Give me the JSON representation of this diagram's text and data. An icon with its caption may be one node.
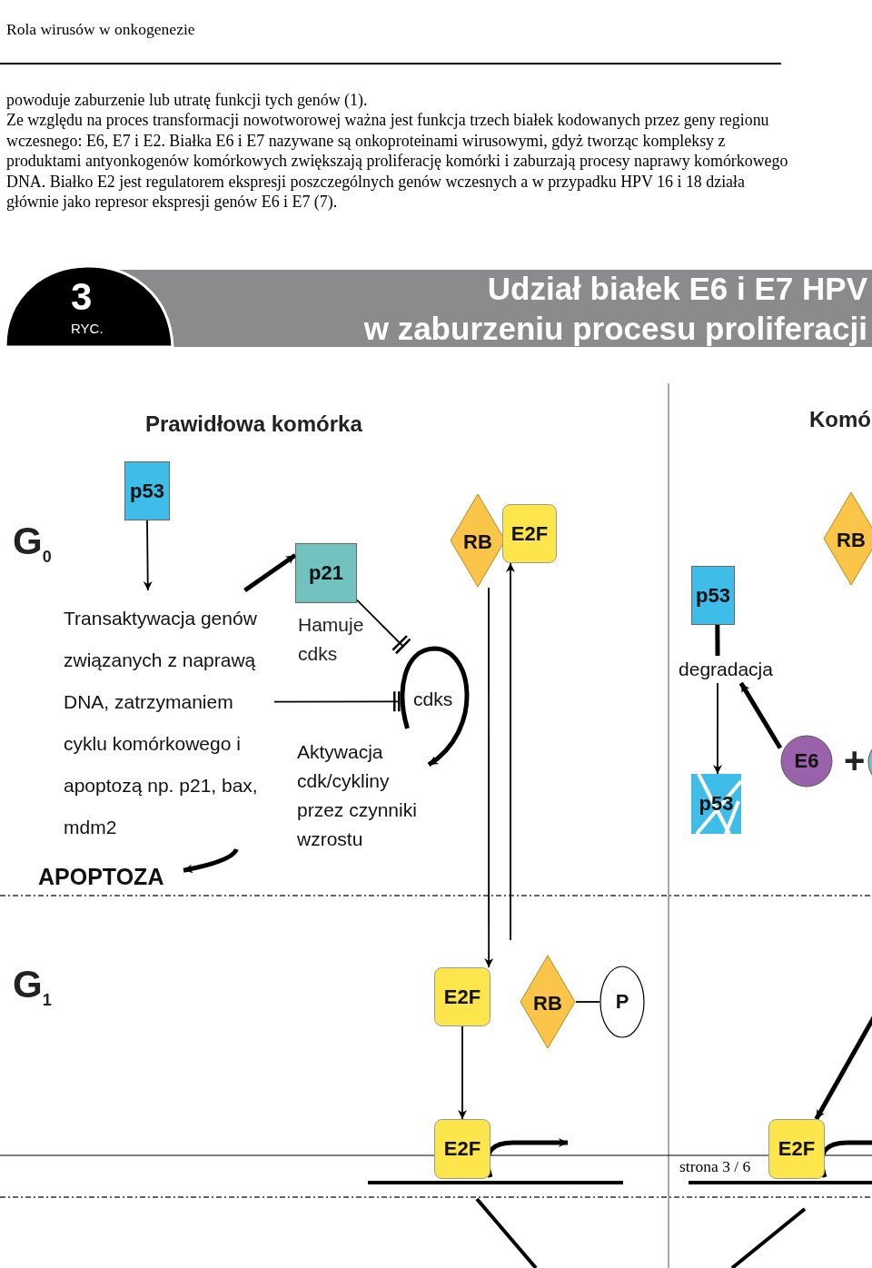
{
  "diagram": {
    "title": "Udział białek E6 i E7 HPV w zaburzeniu procesu proliferacji",
    "nodes": [
      {
        "text": [
          "p53"
        ]
      },
      {
        "text": [
          "Transaktywacja genów związanych z naprawą DNA, zatrzymaniem cyklu komórkowego i apoptozą np. p21, bax, mdm2"
        ]
      },
      {
        "text": [
          "p21"
        ],
        "beside": [
          "Hamuje cdks"
        ]
      },
      {
        "text": [
          "cdks"
        ]
      },
      {
        "text": [
          "Aktywacja cdk/cykliny przez czynniki wzrostu"
        ]
      },
      {
        "text": [
          "APOPTOZA"
        ]
      },
      {
        "text": [
          "RB"
        ]
      },
      {
        "text": [
          "E2F"
        ]
      },
      {
        "text": [
          "E2F"
        ]
      },
      {
        "text": [
          "RB"
        ]
      },
      {
        "text": [
          "P"
        ]
      },
      {
        "text": [
          "E2F"
        ]
      },
      {
        "text": [
          "RB"
        ]
      },
      {
        "text": [
          "p53"
        ]
      },
      {
        "text": [
          "degradacja"
        ]
      },
      {
        "text": [
          "p53"
        ]
      },
      {
        "text": [
          "E6"
        ]
      },
      {
        "text": [],
        "shape": "circle"
      },
      {
        "text": [
          "E2F"
        ]
      }
    ],
    "edges": [
      {
        "from": 0,
        "to": 1,
        "arrow": "to"
      },
      {
        "from": 1,
        "to": 2,
        "arrow": "to",
        "style": "thick"
      },
      {
        "from": 2,
        "to": 3,
        "arrow": "other"
      },
      {
        "from": 1,
        "to": 3,
        "arrow": "other"
      },
      {
        "from": 3,
        "to": 4,
        "arrow": "to",
        "style": "thick"
      },
      {
        "from": 1,
        "to": 5,
        "arrow": "to",
        "style": "thick"
      },
      {
        "from": 6,
        "to": 8,
        "arrow": "to"
      },
      {
        "from": null,
        "to": 7,
        "arrow": "to"
      },
      {
        "from": 9,
        "to": 10,
        "arrow": "none"
      },
      {
        "from": 8,
        "to": 11,
        "arrow": "to"
      },
      {
        "from": 11,
        "to": null,
        "arrow": "to",
        "style": "thick"
      },
      {
        "from": 13,
        "to": 14,
        "arrow": "none",
        "style": "thick"
      },
      {
        "from": 14,
        "to": 15,
        "arrow": "to"
      },
      {
        "from": 16,
        "to": 14,
        "arrow": "to",
        "style": "thick"
      },
      {
        "from": null,
        "to": 18,
        "arrow": "to",
        "style": "thick"
      },
      {
        "from": 18,
        "to": null,
        "arrow": "none",
        "style": "thick"
      }
    ],
    "labels": [
      "Rola wirusów w onkogenezie",
      "powoduje zaburzenie lub utratę funkcji tych genów (1).",
      "Ze względu na proces transformacji nowotworowej ważna jest funkcja trzech białek kodowanych przez geny regionu wczesnego: E6, E7 i E2. Białka E6 i E7 nazywane są onkoproteinami wirusowymi, gdyż tworząc kompleksy z produktami antyonkogenów komórkowych zwiększają proliferację komórki i zaburzają procesy naprawy komórkowego DNA. Białko E2 jest regulatorem ekspresji poszczególnych genów wczesnych a w przypadku HPV 16 i 18 działa głównie jako represor ekspresji genów E6 i E7 (7).",
      "3",
      "RYC.",
      "Prawidłowa komórka",
      "Komó",
      "G$_{0}$",
      "+",
      "G$_{1}$",
      "strona 3 / 6"
    ]
  }
}
